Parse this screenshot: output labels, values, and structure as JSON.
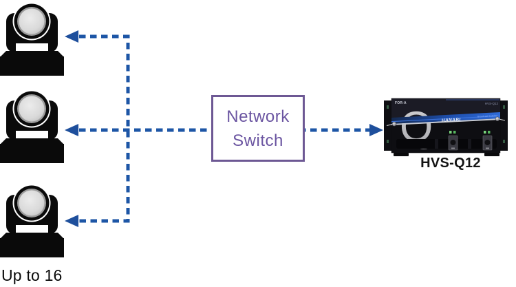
{
  "colors": {
    "dash-blue": "#1d56a6",
    "arrow-blue": "#1e4f9c",
    "box-border": "#6d5894",
    "box-text": "#6b55a1",
    "camera-black": "#0a0a0a",
    "led-green": "#79d57c"
  },
  "cameras": {
    "count": 3,
    "count_caption": "Up to 16"
  },
  "network_switch": {
    "line1": "Network",
    "line2": "Switch"
  },
  "switcher": {
    "caption": "HVS-Q12",
    "brand_logo": "FOR-A",
    "top_right_model": "HVS-Q12",
    "stripe_series": "HANABI",
    "stripe_subtitle": "Broadcast Switcher",
    "panel_letter": "Q"
  }
}
